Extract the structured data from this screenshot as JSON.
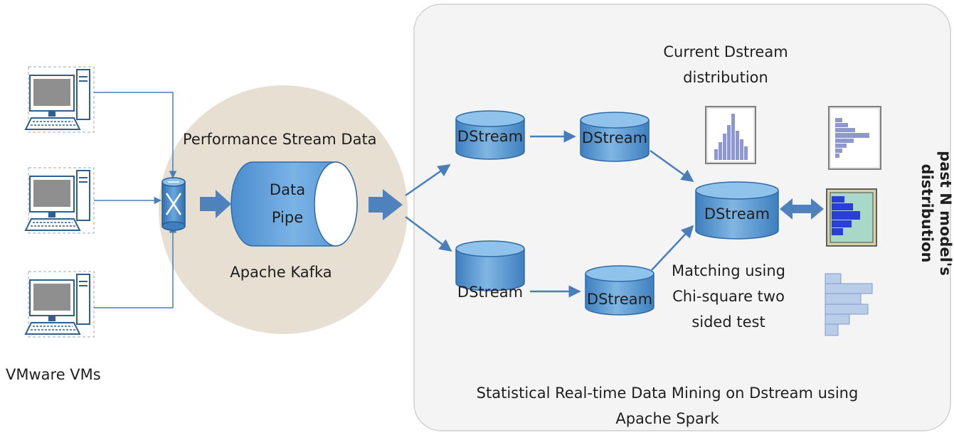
{
  "vms": {
    "label": "VMware VMs",
    "count": 3,
    "icon": "desktop-computer-icon"
  },
  "router": {
    "icon": "network-router-icon"
  },
  "kafka": {
    "stream_label": "Performance  Stream Data",
    "pipe_line1": "Data",
    "pipe_line2": "Pipe",
    "platform_label": "Apache Kafka",
    "circle_color": "#e7dfd2"
  },
  "spark": {
    "caption_line1": "Statistical Real-time Data Mining on Dstream using",
    "caption_line2": "Apache Spark",
    "panel_color": "#f4f4f4"
  },
  "dstreams": {
    "top_left": "DStream",
    "top_right": "DStream",
    "bottom_left": "DStream",
    "bottom_right": "DStream",
    "merged": "DStream"
  },
  "current_distribution": {
    "line1": "Current Dstream",
    "line2": "distribution"
  },
  "matching": {
    "line1": "Matching using",
    "line2": "Chi-square two",
    "line3": "sided test"
  },
  "past_distribution": {
    "line1": "past N model's",
    "line2": "distribution"
  },
  "colors": {
    "accent_blue": "#4a86c5",
    "cylinder_body": "#5b9bd5",
    "arrow_blue": "#4f81bd",
    "line_blue": "#4a7ebb"
  }
}
